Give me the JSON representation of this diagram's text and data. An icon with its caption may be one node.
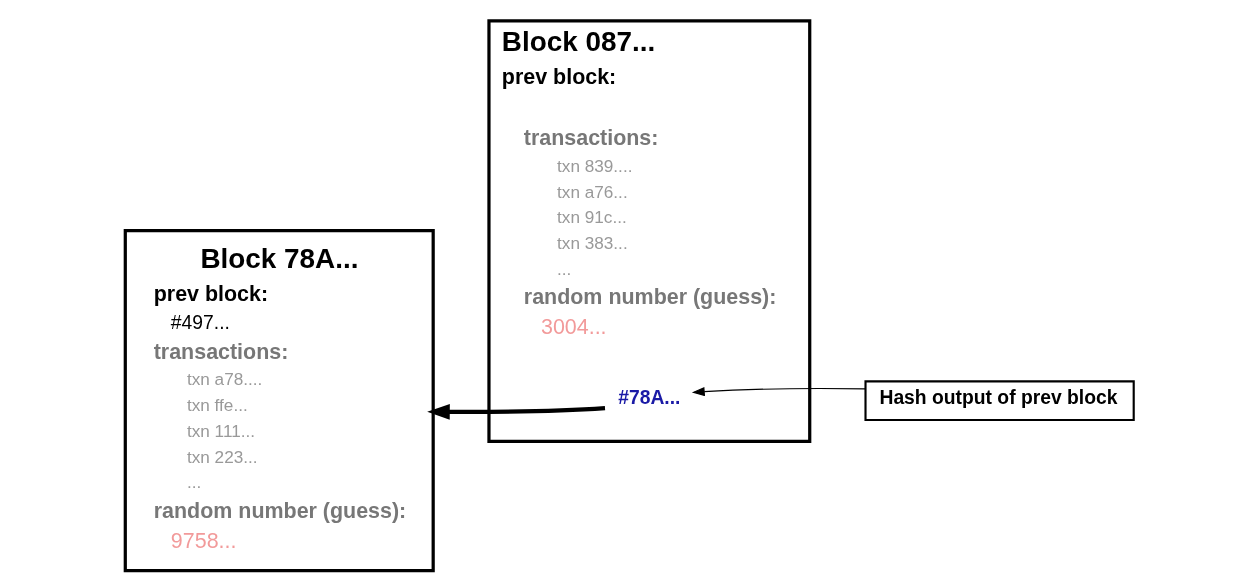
{
  "diagram": {
    "nodes": [
      {
        "text": [
          "Block 78A...",
          "prev block:",
          "#497...",
          "transactions:",
          "txn a78....",
          "txn ffe...",
          "txn 111...",
          "txn 223...",
          "...",
          "random number (guess):",
          "9758..."
        ]
      },
      {
        "text": [
          "Block 087...",
          "prev block:",
          "transactions:",
          "txn 839....",
          "txn a76...",
          "txn 91c...",
          "txn 383...",
          "...",
          "random number (guess):",
          "3004..."
        ]
      },
      {
        "text": [
          "#78A..."
        ],
        "in": 1
      },
      {
        "text": [
          "Hash output of prev block"
        ]
      }
    ],
    "edges": [
      {
        "from": 2,
        "to": 0,
        "arrow": "to",
        "style": "thick"
      },
      {
        "from": 3,
        "to": 2,
        "arrow": "to"
      }
    ]
  }
}
